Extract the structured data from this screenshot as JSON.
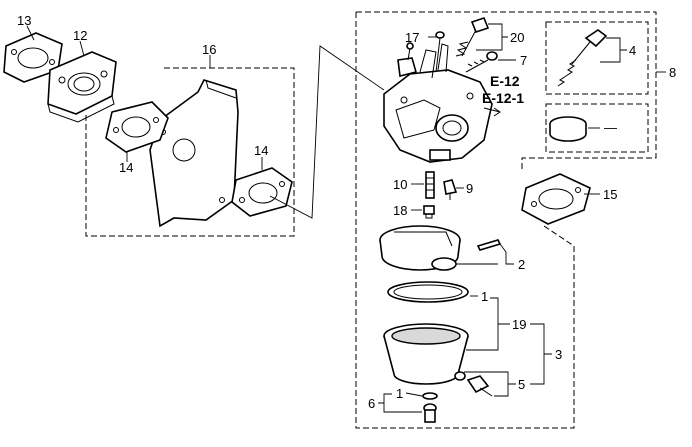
{
  "diagram": {
    "callouts": {
      "c13": "13",
      "c12": "12",
      "c16": "16",
      "c14a": "14",
      "c14b": "14",
      "c17": "17",
      "c20": "20",
      "c7": "7",
      "c4": "4",
      "c8": "8",
      "c10": "10",
      "c9": "9",
      "c18": "18",
      "c15": "15",
      "c2": "2",
      "c1a": "1",
      "c19": "19",
      "c3": "3",
      "c5": "5",
      "c6": "6",
      "c1b": "1",
      "dash": "—"
    },
    "references": {
      "ref1": "E-12",
      "ref2": "E-12-1"
    }
  }
}
